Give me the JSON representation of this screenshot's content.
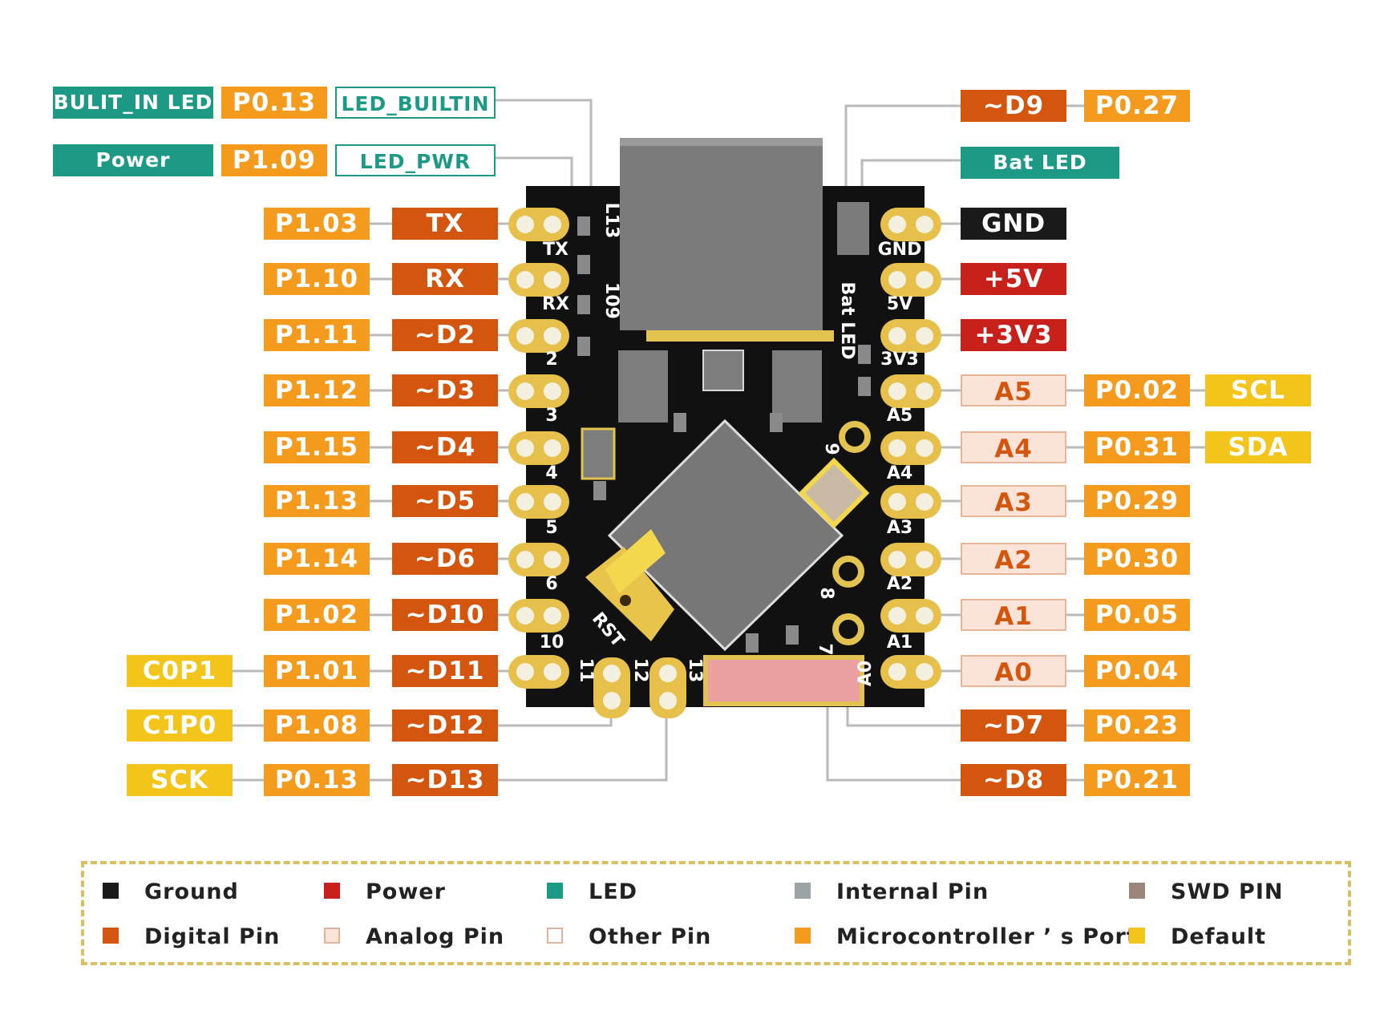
{
  "colors": {
    "ground": "#1a1a1a",
    "power": "#c8201a",
    "led": "#1c9a86",
    "internal": "#9aa3a5",
    "swd": "#9c857a",
    "digital": "#d4560e",
    "analog": "#fbe3d8",
    "other": "#ffffff",
    "port": "#f49b1d",
    "default": "#f3c51a"
  },
  "top_left": [
    {
      "cells": [
        {
          "text": "BULIT_IN LED",
          "type": "led"
        },
        {
          "text": "P0.13",
          "type": "port"
        },
        {
          "text": "LED_BUILTIN",
          "type": "other-led"
        }
      ]
    },
    {
      "cells": [
        {
          "text": "Power",
          "type": "led"
        },
        {
          "text": "P1.09",
          "type": "port"
        },
        {
          "text": "LED_PWR",
          "type": "other-led"
        }
      ]
    }
  ],
  "left_pins": [
    {
      "cells": [
        {
          "text": "P1.03",
          "type": "port"
        },
        {
          "text": "TX",
          "type": "digital"
        }
      ]
    },
    {
      "cells": [
        {
          "text": "P1.10",
          "type": "port"
        },
        {
          "text": "RX",
          "type": "digital"
        }
      ]
    },
    {
      "cells": [
        {
          "text": "P1.11",
          "type": "port"
        },
        {
          "text": "~D2",
          "type": "digital"
        }
      ]
    },
    {
      "cells": [
        {
          "text": "P1.12",
          "type": "port"
        },
        {
          "text": "~D3",
          "type": "digital"
        }
      ]
    },
    {
      "cells": [
        {
          "text": "P1.15",
          "type": "port"
        },
        {
          "text": "~D4",
          "type": "digital"
        }
      ]
    },
    {
      "cells": [
        {
          "text": "P1.13",
          "type": "port"
        },
        {
          "text": "~D5",
          "type": "digital"
        }
      ]
    },
    {
      "cells": [
        {
          "text": "P1.14",
          "type": "port"
        },
        {
          "text": "~D6",
          "type": "digital"
        }
      ]
    },
    {
      "cells": [
        {
          "text": "P1.02",
          "type": "port"
        },
        {
          "text": "~D10",
          "type": "digital"
        }
      ]
    },
    {
      "cells": [
        {
          "text": "C0P1",
          "type": "default"
        },
        {
          "text": "P1.01",
          "type": "port"
        },
        {
          "text": "~D11",
          "type": "digital"
        }
      ]
    },
    {
      "cells": [
        {
          "text": "C1P0",
          "type": "default"
        },
        {
          "text": "P1.08",
          "type": "port"
        },
        {
          "text": "~D12",
          "type": "digital"
        }
      ]
    },
    {
      "cells": [
        {
          "text": "SCK",
          "type": "default"
        },
        {
          "text": "P0.13",
          "type": "port"
        },
        {
          "text": "~D13",
          "type": "digital"
        }
      ]
    }
  ],
  "right_top": [
    {
      "cells": [
        {
          "text": "~D9",
          "type": "digital"
        },
        {
          "text": "P0.27",
          "type": "port"
        }
      ]
    },
    {
      "cells": [
        {
          "text": "Bat  LED",
          "type": "led"
        }
      ]
    }
  ],
  "right_pins": [
    {
      "cells": [
        {
          "text": "GND",
          "type": "ground"
        }
      ]
    },
    {
      "cells": [
        {
          "text": "+5V",
          "type": "power"
        }
      ]
    },
    {
      "cells": [
        {
          "text": "+3V3",
          "type": "power"
        }
      ]
    },
    {
      "cells": [
        {
          "text": "A5",
          "type": "analog"
        },
        {
          "text": "P0.02",
          "type": "port"
        },
        {
          "text": "SCL",
          "type": "default"
        }
      ]
    },
    {
      "cells": [
        {
          "text": "A4",
          "type": "analog"
        },
        {
          "text": "P0.31",
          "type": "port"
        },
        {
          "text": "SDA",
          "type": "default"
        }
      ]
    },
    {
      "cells": [
        {
          "text": "A3",
          "type": "analog"
        },
        {
          "text": "P0.29",
          "type": "port"
        }
      ]
    },
    {
      "cells": [
        {
          "text": "A2",
          "type": "analog"
        },
        {
          "text": "P0.30",
          "type": "port"
        }
      ]
    },
    {
      "cells": [
        {
          "text": "A1",
          "type": "analog"
        },
        {
          "text": "P0.05",
          "type": "port"
        }
      ]
    },
    {
      "cells": [
        {
          "text": "A0",
          "type": "analog"
        },
        {
          "text": "P0.04",
          "type": "port"
        }
      ]
    },
    {
      "cells": [
        {
          "text": "~D7",
          "type": "digital"
        },
        {
          "text": "P0.23",
          "type": "port"
        }
      ]
    },
    {
      "cells": [
        {
          "text": "~D8",
          "type": "digital"
        },
        {
          "text": "P0.21",
          "type": "port"
        }
      ]
    }
  ],
  "board": {
    "left_silk": [
      "TX",
      "RX",
      "2",
      "3",
      "4",
      "5",
      "6",
      "10"
    ],
    "right_silk": [
      "GND",
      "5V",
      "3V3",
      "A5",
      "A4",
      "A3",
      "A2",
      "A1"
    ],
    "bottom_silk": [
      "11",
      "12",
      "13",
      "A0"
    ],
    "misc_silk": [
      "L13",
      "109",
      "Bat LED",
      "9",
      "8",
      "7",
      "RST"
    ]
  },
  "legend": [
    {
      "label": "Ground",
      "type": "ground"
    },
    {
      "label": "Power",
      "type": "power"
    },
    {
      "label": "LED",
      "type": "led"
    },
    {
      "label": "Internal Pin",
      "type": "internal"
    },
    {
      "label": "SWD PIN",
      "type": "swd"
    },
    {
      "label": "Digital Pin",
      "type": "digital"
    },
    {
      "label": "Analog Pin",
      "type": "analog"
    },
    {
      "label": "Other Pin",
      "type": "other"
    },
    {
      "label": "Microcontroller ’  s Port",
      "type": "port"
    },
    {
      "label": "Default",
      "type": "default"
    }
  ]
}
